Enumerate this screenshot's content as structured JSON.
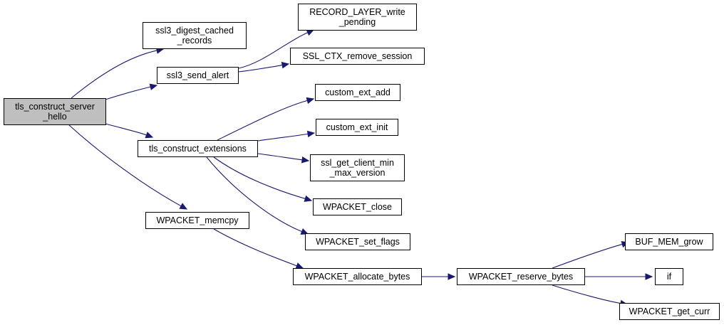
{
  "graph": {
    "root": "tls_construct_server\n_hello",
    "nodes": {
      "root": "tls_construct_server\n_hello",
      "digest": "ssl3_digest_cached\n_records",
      "alert": "ssl3_send_alert",
      "ext": "tls_construct_extensions",
      "memcpy": "WPACKET_memcpy",
      "rl_write": "RECORD_LAYER_write\n_pending",
      "remove_sess": "SSL_CTX_remove_session",
      "cext_add": "custom_ext_add",
      "cext_init": "custom_ext_init",
      "minmax": "ssl_get_client_min\n_max_version",
      "close": "WPACKET_close",
      "setflags": "WPACKET_set_flags",
      "alloc": "WPACKET_allocate_bytes",
      "reserve": "WPACKET_reserve_bytes",
      "bufgrow": "BUF_MEM_grow",
      "if": "if",
      "getcurr": "WPACKET_get_curr"
    },
    "edges": [
      [
        "root",
        "digest"
      ],
      [
        "root",
        "alert"
      ],
      [
        "root",
        "ext"
      ],
      [
        "root",
        "memcpy"
      ],
      [
        "alert",
        "rl_write"
      ],
      [
        "alert",
        "remove_sess"
      ],
      [
        "ext",
        "cext_add"
      ],
      [
        "ext",
        "cext_init"
      ],
      [
        "ext",
        "minmax"
      ],
      [
        "ext",
        "close"
      ],
      [
        "ext",
        "setflags"
      ],
      [
        "memcpy",
        "alloc"
      ],
      [
        "alloc",
        "reserve"
      ],
      [
        "reserve",
        "bufgrow"
      ],
      [
        "reserve",
        "if"
      ],
      [
        "reserve",
        "getcurr"
      ]
    ],
    "edge_color": "#191970",
    "root_fill": "#bfbfbf"
  }
}
